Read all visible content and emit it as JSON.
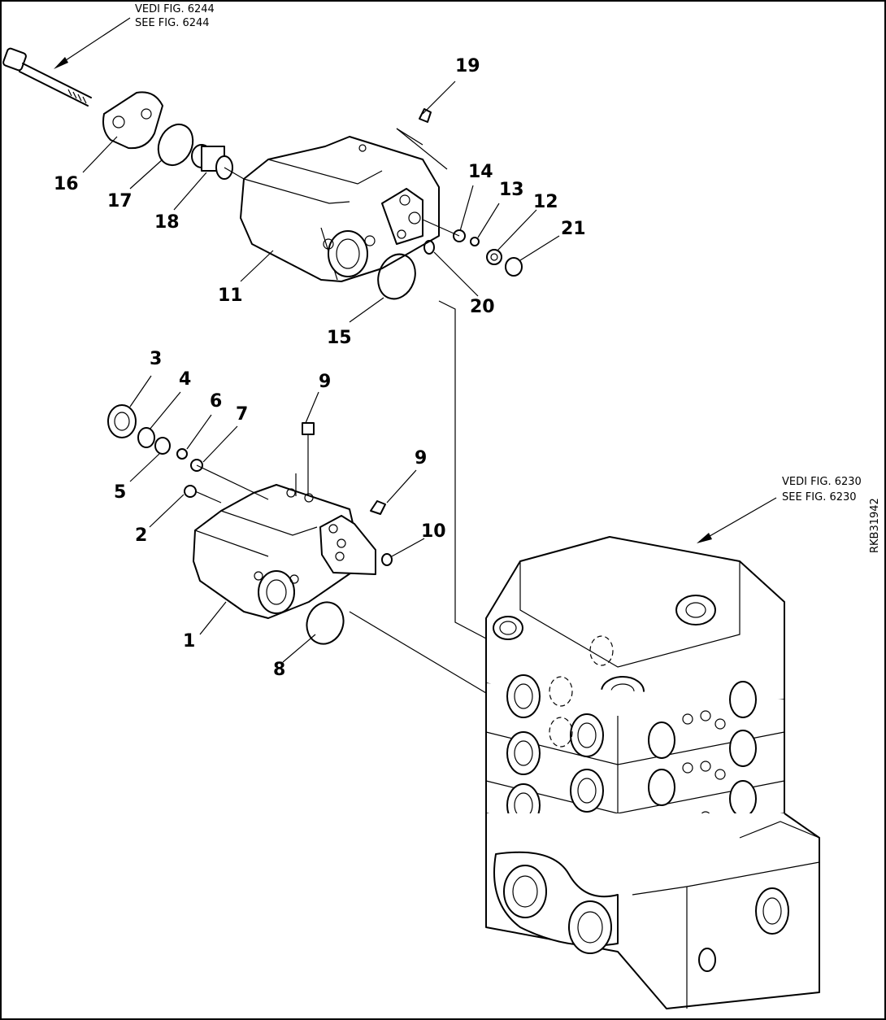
{
  "references": {
    "top": {
      "line1": "VEDI FIG. 6244",
      "line2": "SEE FIG. 6244"
    },
    "right": {
      "line1": "VEDI FIG. 6230",
      "line2": "SEE FIG. 6230"
    }
  },
  "drawing_code": "RKB31942",
  "callouts": {
    "c1": "1",
    "c2": "2",
    "c3": "3",
    "c4": "4",
    "c5": "5",
    "c6": "6",
    "c7": "7",
    "c8": "8",
    "c9a": "9",
    "c9b": "9",
    "c10": "10",
    "c11": "11",
    "c12": "12",
    "c13": "13",
    "c14": "14",
    "c15": "15",
    "c16": "16",
    "c17": "17",
    "c18": "18",
    "c19": "19",
    "c20": "20",
    "c21": "21"
  }
}
